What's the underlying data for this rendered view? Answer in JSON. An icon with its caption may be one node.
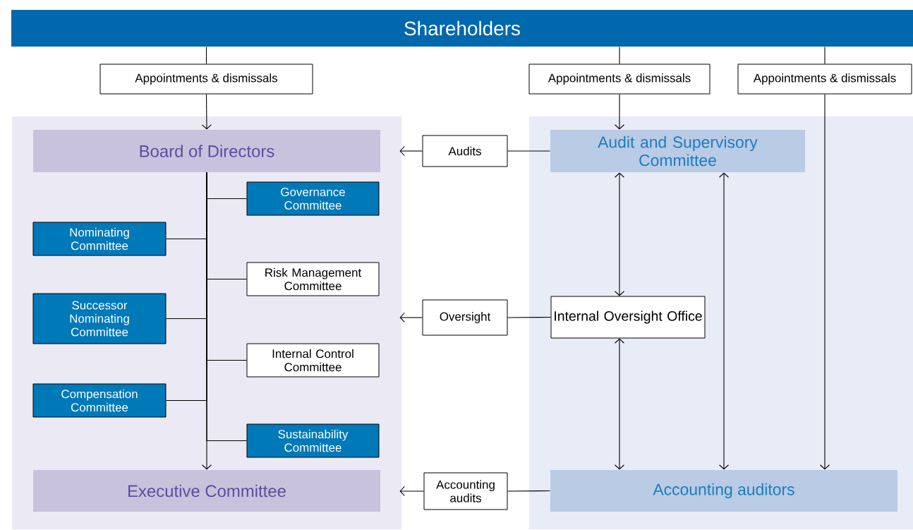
{
  "diagram": {
    "nodes": [
      {
        "text": [
          "Shareholders"
        ]
      },
      {
        "text": [
          "Appointments & dismissals"
        ]
      },
      {
        "text": [
          "Appointments & dismissals"
        ]
      },
      {
        "text": [
          "Appointments & dismissals"
        ]
      },
      {
        "text": [],
        "shape": "box"
      },
      {
        "text": [
          "Board of Directors"
        ],
        "in": 4
      },
      {
        "text": [
          "Governance Committee"
        ],
        "in": 4
      },
      {
        "text": [
          "Nominating Committee"
        ],
        "in": 4
      },
      {
        "text": [
          "Risk Management Committee"
        ],
        "in": 4
      },
      {
        "text": [
          "Successor Nominating Committee"
        ],
        "in": 4
      },
      {
        "text": [
          "Internal Control Committee"
        ],
        "in": 4
      },
      {
        "text": [
          "Compensation Committee"
        ],
        "in": 4
      },
      {
        "text": [
          "Sustainability Committee"
        ],
        "in": 4
      },
      {
        "text": [
          "Executive Committee"
        ],
        "in": 4
      },
      {
        "text": [
          "Audits"
        ]
      },
      {
        "text": [
          "Oversight"
        ]
      },
      {
        "text": [
          "Accounting audits"
        ]
      },
      {
        "text": [],
        "shape": "box"
      },
      {
        "text": [
          "Audit and Supervisory Committee"
        ],
        "in": 17
      },
      {
        "text": [
          "Internal Oversight Office"
        ],
        "in": 17
      },
      {
        "text": [
          "Accounting auditors"
        ],
        "in": 17
      }
    ],
    "edges": [
      {
        "from": 0,
        "to": 1,
        "arrow": "none"
      },
      {
        "from": 1,
        "to": 5,
        "arrow": "to"
      },
      {
        "from": 0,
        "to": 2,
        "arrow": "none"
      },
      {
        "from": 2,
        "to": 18,
        "arrow": "to"
      },
      {
        "from": 0,
        "to": 3,
        "arrow": "none"
      },
      {
        "from": 3,
        "to": 20,
        "arrow": "to"
      },
      {
        "from": 18,
        "to": 14,
        "arrow": "none"
      },
      {
        "from": 14,
        "to": 4,
        "arrow": "to"
      },
      {
        "from": 19,
        "to": 15,
        "arrow": "none"
      },
      {
        "from": 15,
        "to": 4,
        "arrow": "to"
      },
      {
        "from": 20,
        "to": 16,
        "arrow": "none"
      },
      {
        "from": 16,
        "to": 4,
        "arrow": "to"
      },
      {
        "from": 18,
        "to": 19,
        "arrow": "both"
      },
      {
        "from": 19,
        "to": 20,
        "arrow": "both"
      },
      {
        "from": 18,
        "to": 20,
        "arrow": "both"
      },
      {
        "from": 5,
        "to": 13,
        "arrow": "to"
      },
      {
        "from": 5,
        "to": 6,
        "arrow": "none"
      },
      {
        "from": 5,
        "to": 7,
        "arrow": "none"
      },
      {
        "from": 5,
        "to": 8,
        "arrow": "none"
      },
      {
        "from": 5,
        "to": 9,
        "arrow": "none"
      },
      {
        "from": 5,
        "to": 10,
        "arrow": "none"
      },
      {
        "from": 5,
        "to": 11,
        "arrow": "none"
      },
      {
        "from": 5,
        "to": 12,
        "arrow": "none"
      }
    ]
  }
}
